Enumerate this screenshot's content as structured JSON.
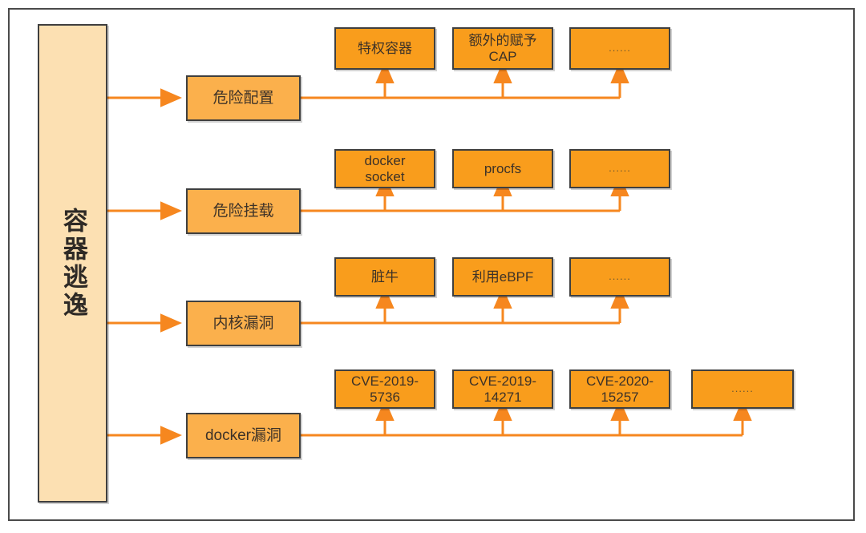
{
  "diagram": {
    "title_node": {
      "label": "容器逃逸",
      "fill": "#fce0b2",
      "stroke": "#3f3f3f"
    },
    "colors": {
      "leaf_fill": "#f99d1c",
      "mid_fill": "#fbb04c",
      "root_fill": "#fce0b2",
      "stroke": "#3f3f3f",
      "connector": "#f6871f",
      "frame": "#4a4a4a",
      "text": "#3d3228"
    },
    "branches": [
      {
        "id": "branch-dangerous-config",
        "label": "危险配置",
        "leaves": [
          {
            "id": "leaf-privileged-container",
            "label": "特权容器",
            "is_ellipsis": false
          },
          {
            "id": "leaf-extra-cap",
            "label": "额外的赋予\nCAP",
            "is_ellipsis": false
          },
          {
            "id": "leaf-more-1",
            "label": "......",
            "is_ellipsis": true
          }
        ]
      },
      {
        "id": "branch-dangerous-mount",
        "label": "危险挂载",
        "leaves": [
          {
            "id": "leaf-docker-socket",
            "label": "docker\nsocket",
            "is_ellipsis": false
          },
          {
            "id": "leaf-procfs",
            "label": "procfs",
            "is_ellipsis": false
          },
          {
            "id": "leaf-more-2",
            "label": "......",
            "is_ellipsis": true
          }
        ]
      },
      {
        "id": "branch-kernel-vuln",
        "label": "内核漏洞",
        "leaves": [
          {
            "id": "leaf-dirty-cow",
            "label": "脏牛",
            "is_ellipsis": false
          },
          {
            "id": "leaf-ebpf",
            "label": "利用eBPF",
            "is_ellipsis": false
          },
          {
            "id": "leaf-more-3",
            "label": "......",
            "is_ellipsis": true
          }
        ]
      },
      {
        "id": "branch-docker-vuln",
        "label": "docker漏洞",
        "leaves": [
          {
            "id": "leaf-cve-2019-5736",
            "label": "CVE-2019-\n5736",
            "is_ellipsis": false
          },
          {
            "id": "leaf-cve-2019-14271",
            "label": "CVE-2019-\n14271",
            "is_ellipsis": false
          },
          {
            "id": "leaf-cve-2020-15257",
            "label": "CVE-2020-\n15257",
            "is_ellipsis": false
          },
          {
            "id": "leaf-more-4",
            "label": "......",
            "is_ellipsis": true
          }
        ]
      }
    ]
  }
}
